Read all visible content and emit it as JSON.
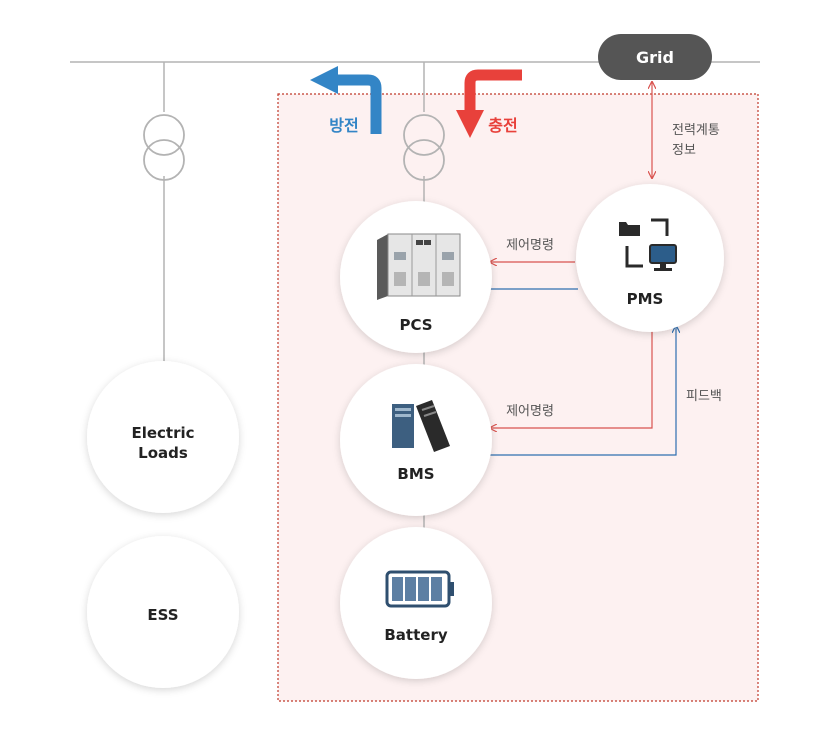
{
  "grid": {
    "label": "Grid"
  },
  "flows": {
    "discharge": {
      "label": "방전",
      "color": "#3385c6"
    },
    "charge": {
      "label": "충전",
      "color": "#e8413b"
    }
  },
  "nodes": {
    "electric_loads": {
      "label_line1": "Electric",
      "label_line2": "Loads"
    },
    "ess": {
      "label": "ESS"
    },
    "pcs": {
      "label": "PCS",
      "icon": "inverter-cabinet-icon"
    },
    "bms": {
      "label": "BMS",
      "icon": "server-rack-icon"
    },
    "battery": {
      "label": "Battery",
      "icon": "battery-icon"
    },
    "pms": {
      "label": "PMS",
      "icon": "folder-monitor-icon"
    }
  },
  "links": {
    "grid_info_line1": "전력계통",
    "grid_info_line2": "정보",
    "control_cmd_pcs": "제어명령",
    "control_cmd_bms": "제어명령",
    "feedback": "피드백"
  },
  "colors": {
    "control": "#d9534f",
    "feedback": "#2f6fb0",
    "ess_zone_border": "#c0392b",
    "ess_zone_fill": "#fdf1f1",
    "bus_line": "#b3b3b3",
    "grid_pill": "#555555"
  }
}
